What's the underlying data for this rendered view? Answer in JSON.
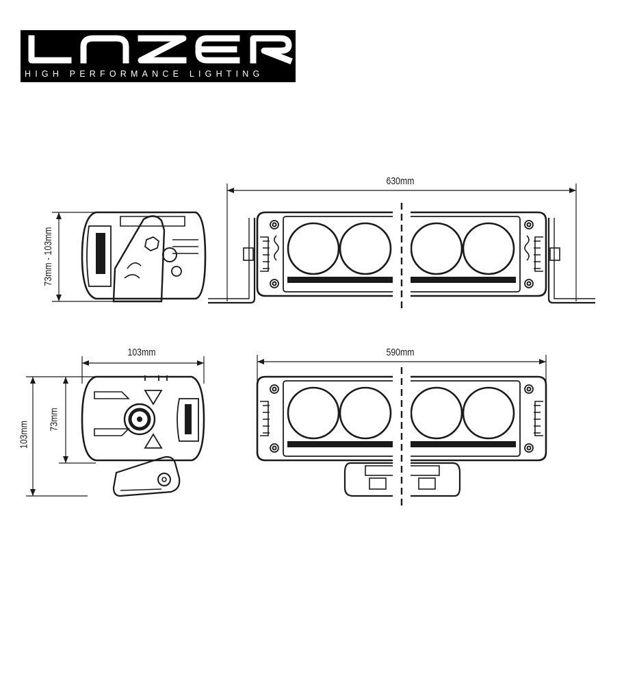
{
  "logo": {
    "wordmark": "LAZER",
    "tagline": "HIGH PERFORMANCE LIGHTING",
    "color": "#000000"
  },
  "dimensions": {
    "top_width": "630mm",
    "top_height": "73mm - 103mm",
    "bottom_width": "590mm",
    "side_width": "103mm",
    "side_inner_height": "73mm",
    "side_outer_height": "103mm"
  },
  "colors": {
    "line": "#1a1a1a",
    "background": "#ffffff"
  }
}
